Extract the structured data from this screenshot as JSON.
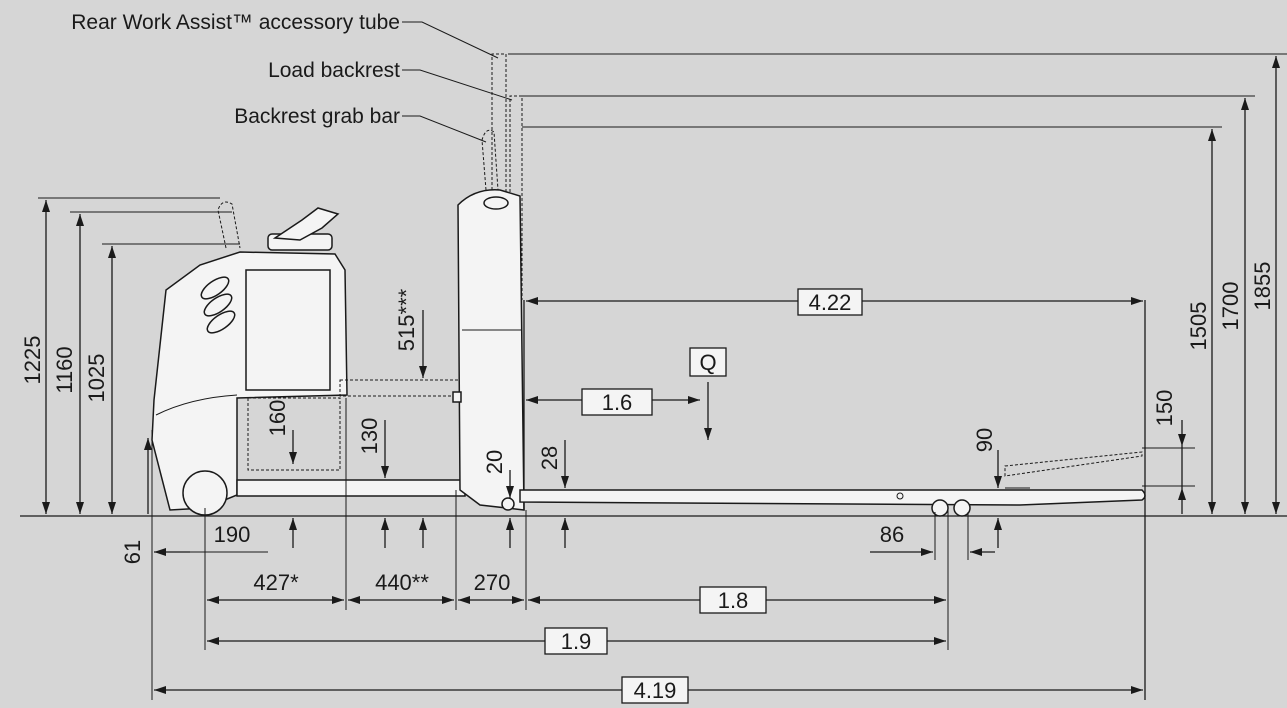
{
  "callouts": {
    "rear_work_assist": "Rear Work Assist™ accessory tube",
    "load_backrest": "Load backrest",
    "backrest_grab_bar": "Backrest grab bar"
  },
  "dimensions": {
    "h_1225": "1225",
    "h_1160": "1160",
    "h_1025": "1025",
    "h_515": "515***",
    "h_160": "160",
    "h_130": "130",
    "h_20": "20",
    "h_28": "28",
    "h_90": "90",
    "h_150": "150",
    "h_1505": "1505",
    "h_1700": "1700",
    "h_1855": "1855",
    "w_61": "61",
    "w_190": "190",
    "w_86": "86",
    "w_427": "427*",
    "w_440": "440**",
    "w_270": "270"
  },
  "boxed": {
    "l_422": "4.22",
    "l_16": "1.6",
    "q": "Q",
    "l_18": "1.8",
    "l_19": "1.9",
    "l_419": "4.19"
  },
  "colors": {
    "background": "#d6d6d6",
    "line": "#1a1a1a",
    "truck_fill": "#f4f4f4"
  }
}
